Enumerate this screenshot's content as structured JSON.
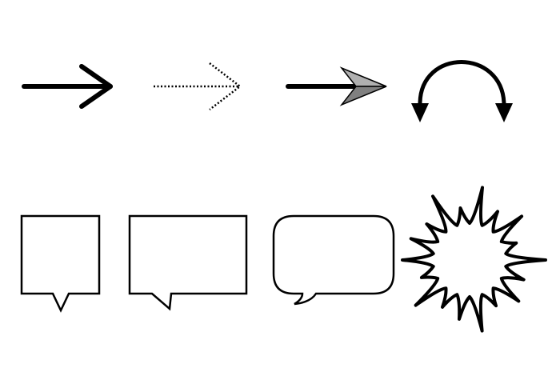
{
  "colors": {
    "stroke": "#000000",
    "arrowhead_light": "#b0b0b0",
    "arrowhead_dark": "#808080",
    "background": "#ffffff"
  },
  "shapes": {
    "row1": [
      "solid-arrow",
      "dotted-arrow",
      "pointed-arrow",
      "curved-double-arrow"
    ],
    "row2": [
      "speech-bubble-square",
      "speech-bubble-rect",
      "speech-bubble-rounded",
      "burst"
    ],
    "burst_spike_count": 18
  }
}
